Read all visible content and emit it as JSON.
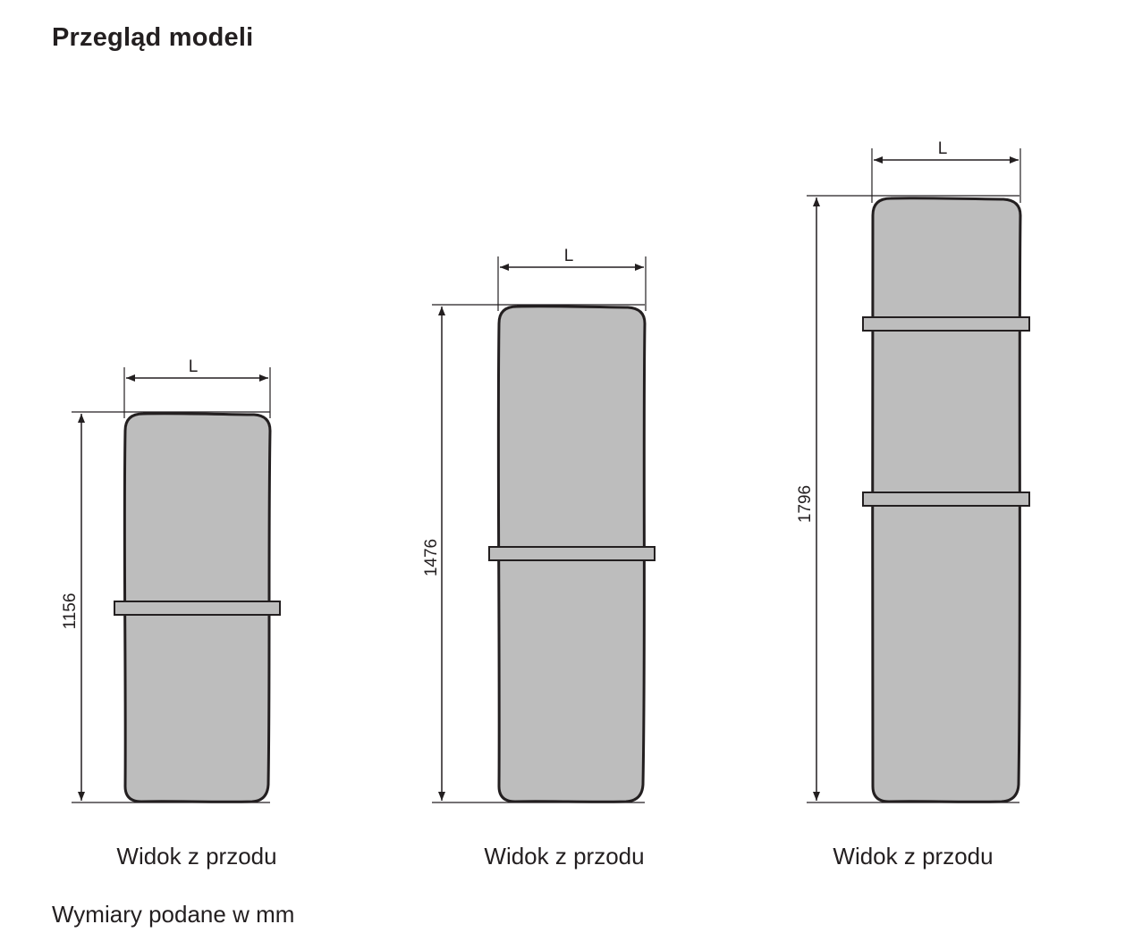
{
  "header": {
    "title": "Przegląd modeli"
  },
  "models": [
    {
      "height_label": "1156",
      "width_label": "L",
      "bars": 1,
      "caption": "Widok z przodu"
    },
    {
      "height_label": "1476",
      "width_label": "L",
      "bars": 1,
      "caption": "Widok z przodu"
    },
    {
      "height_label": "1796",
      "width_label": "L",
      "bars": 2,
      "caption": "Widok z przodu"
    }
  ],
  "footer": {
    "units_note": "Wymiary podane w mm"
  },
  "colors": {
    "panel_fill": "#bdbdbd",
    "line": "#231f20"
  }
}
